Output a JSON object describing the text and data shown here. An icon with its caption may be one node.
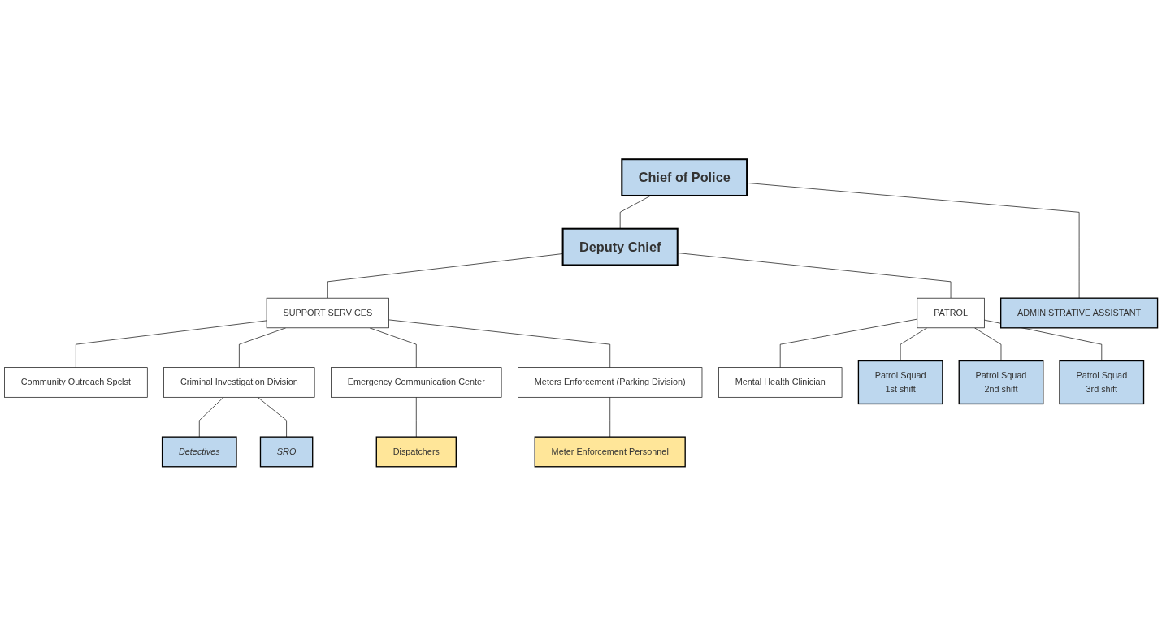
{
  "diagram": {
    "nodes": [
      {
        "text": [
          "Chief of Police"
        ]
      },
      {
        "text": [
          "ADMINISTRATIVE ASSISTANT"
        ]
      },
      {
        "text": [
          "Deputy Chief"
        ]
      },
      {
        "text": [
          "PATROL"
        ]
      },
      {
        "text": [
          "SUPPORT SERVICES"
        ]
      },
      {
        "text": [
          "Community Outreach Spclst"
        ]
      },
      {
        "text": [
          "Criminal Investigation Division"
        ]
      },
      {
        "text": [
          "Emergency Communication Center"
        ]
      },
      {
        "text": [
          "Meters Enforcement (Parking Division)"
        ]
      },
      {
        "text": [
          "Mental Health Clinician"
        ]
      },
      {
        "text": [
          "Patrol Squad",
          "1st shift"
        ]
      },
      {
        "text": [
          "Patrol Squad",
          "2nd shift"
        ]
      },
      {
        "text": [
          "Patrol Squad",
          "3rd shift"
        ]
      },
      {
        "text": [
          "Detectives"
        ]
      },
      {
        "text": [
          "SRO"
        ]
      },
      {
        "text": [
          "Dispatchers"
        ]
      },
      {
        "text": [
          "Meter Enforcement Personnel"
        ]
      }
    ],
    "edges": [
      {
        "from": 0,
        "to": 2,
        "arrow": "none"
      },
      {
        "from": 0,
        "to": 1,
        "arrow": "none"
      },
      {
        "from": 2,
        "to": 3,
        "arrow": "none"
      },
      {
        "from": 2,
        "to": 4,
        "arrow": "none"
      },
      {
        "from": 4,
        "to": 5,
        "arrow": "none"
      },
      {
        "from": 4,
        "to": 6,
        "arrow": "none"
      },
      {
        "from": 4,
        "to": 7,
        "arrow": "none"
      },
      {
        "from": 4,
        "to": 8,
        "arrow": "none"
      },
      {
        "from": 3,
        "to": 9,
        "arrow": "none"
      },
      {
        "from": 3,
        "to": 10,
        "arrow": "none"
      },
      {
        "from": 3,
        "to": 11,
        "arrow": "none"
      },
      {
        "from": 3,
        "to": 12,
        "arrow": "none"
      },
      {
        "from": 6,
        "to": 13,
        "arrow": "none"
      },
      {
        "from": 6,
        "to": 14,
        "arrow": "none"
      },
      {
        "from": 7,
        "to": 15,
        "arrow": "none"
      },
      {
        "from": 8,
        "to": 16,
        "arrow": "none"
      }
    ]
  }
}
